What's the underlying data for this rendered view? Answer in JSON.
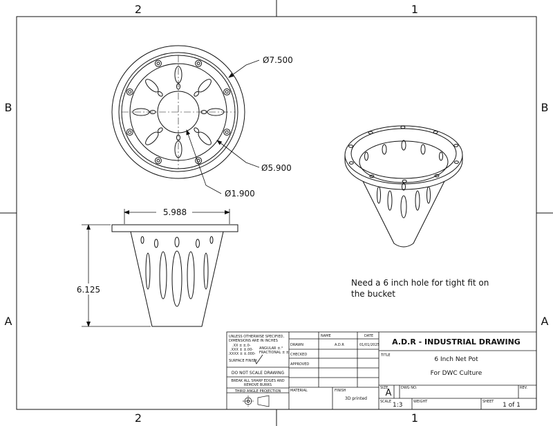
{
  "zones": {
    "top": [
      "2",
      "1"
    ],
    "bottom": [
      "2",
      "1"
    ],
    "left": [
      "B",
      "A"
    ],
    "right": [
      "B",
      "A"
    ]
  },
  "dimensions": {
    "outer_diameter": "Ø7.500",
    "bolt_circle_diameter": "Ø5.900",
    "inner_diameter": "Ø1.900",
    "top_width": "5.988",
    "height": "6.125"
  },
  "note": {
    "line1": "Need a 6 inch hole for tight fit on",
    "line2": "the bucket"
  },
  "title_block": {
    "tolerance": {
      "line1": "UNLESS OTHERWISE SPECIFIED,",
      "line2": "DIMENSIONS ARE IN INCHES",
      "xx": ".XX ± ±.0-",
      "xxx": ".XXX ± ±.00-",
      "xxxx": ".XXXX ± ±.000-",
      "angular": "ANGULAR ±.°",
      "fractional": "FRACTIONAL ± ±",
      "surface_finish": "SURFACE FINISH"
    },
    "do_not_scale": "DO NOT SCALE DRAWING",
    "burrs_line1": "BREAK ALL SHARP EDGES AND",
    "burrs_line2": "REMOVE BURRS",
    "projection": "THIRD ANGLE PROJECTION",
    "col_name": "NAME",
    "col_date": "DATE",
    "row_drawn": "DRAWN",
    "row_checked": "CHECKED",
    "row_approved": "APPROVED",
    "drawn_name": "A.D.R",
    "drawn_date": "01/01/2025",
    "material_label": "MATERIAL",
    "finish_label": "FINISH",
    "finish_value": "3D printed",
    "company": "A.D.R - INDUSTRIAL DRAWING",
    "title_label": "TITLE",
    "title_line1": "6 Inch Net Pot",
    "title_line2": "For DWC Culture",
    "size_label": "SIZE",
    "size_value": "A",
    "dwg_no_label": "DWG NO.",
    "rev_label": "REV.",
    "scale_label": "SCALE",
    "scale_value": "1:3",
    "weight_label": "WEIGHT",
    "sheet_label": "SHEET",
    "sheet_value": "1 of 1"
  },
  "colors": {
    "line": "#111111",
    "paper": "#ffffff"
  }
}
